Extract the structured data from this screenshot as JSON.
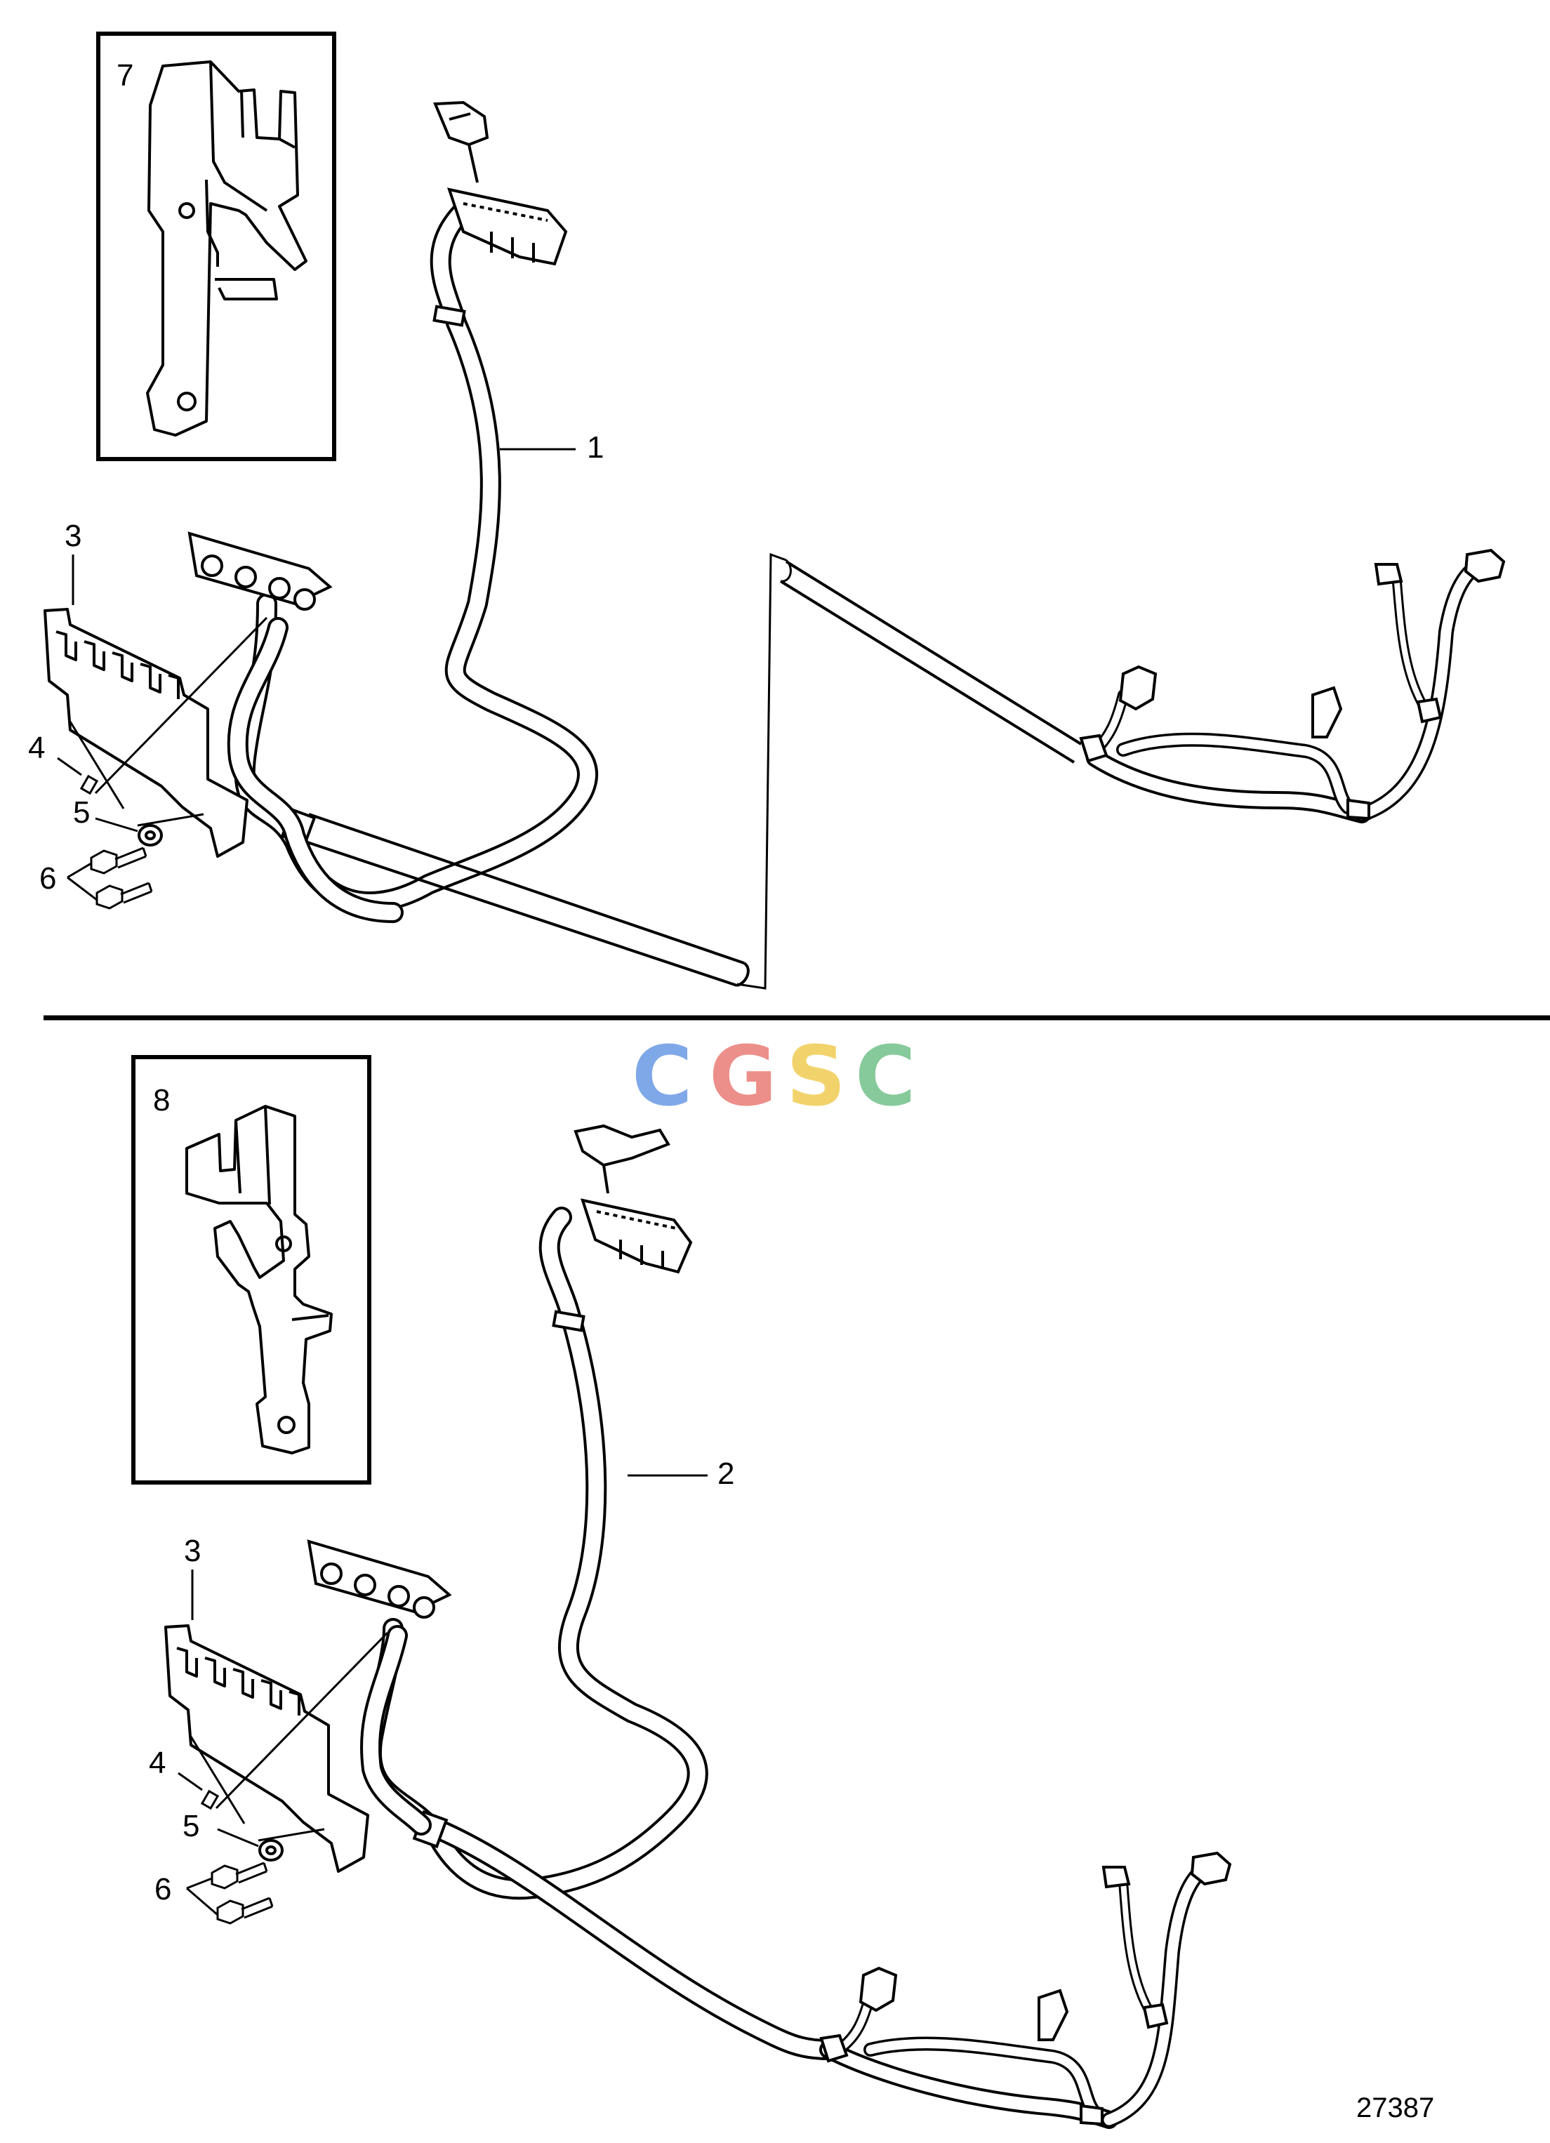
{
  "figure": {
    "drawing_number": "27387",
    "watermark": {
      "letters": [
        "C",
        "G",
        "S",
        "C"
      ],
      "colors": [
        "#7fa8e8",
        "#ec8f8a",
        "#f2d36b",
        "#86c99a"
      ]
    },
    "top_view": {
      "inset_label": "7",
      "callouts": {
        "harness": "1",
        "bracket": "3",
        "screw": "4",
        "washer": "5",
        "bolt": "6"
      }
    },
    "bottom_view": {
      "inset_label": "8",
      "callouts": {
        "harness": "2",
        "bracket": "3",
        "screw": "4",
        "washer": "5",
        "bolt": "6"
      }
    },
    "colors": {
      "line": "#000000",
      "background": "#ffffff"
    }
  }
}
